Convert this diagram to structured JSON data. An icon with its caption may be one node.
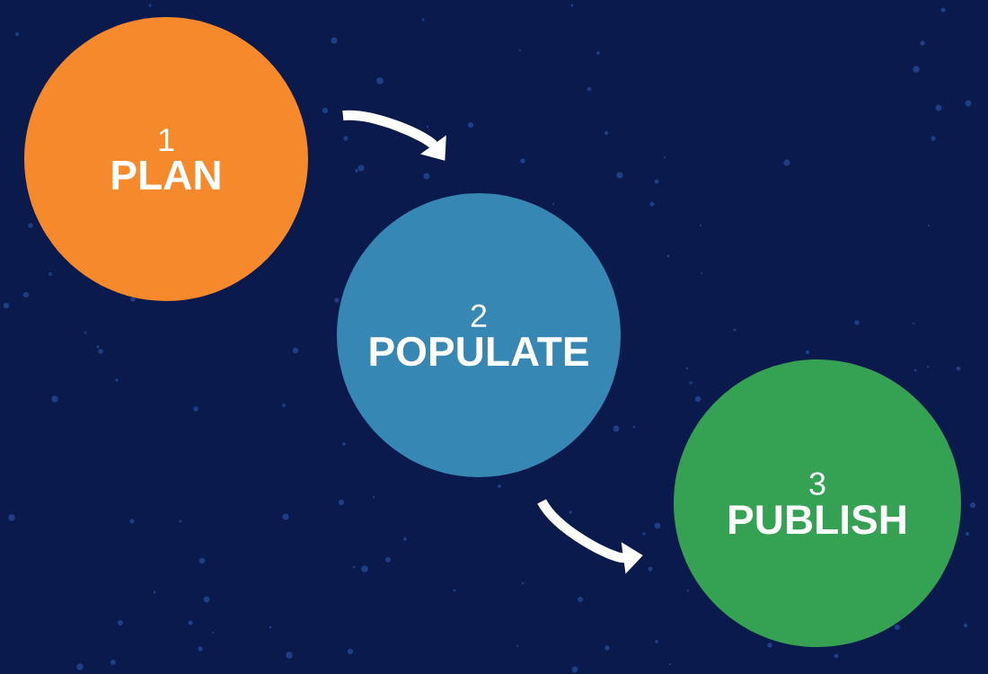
{
  "diagram": {
    "nodes": [
      {
        "text": [
          "1",
          "PLAN"
        ]
      },
      {
        "text": [
          "2",
          "POPULATE"
        ]
      },
      {
        "text": [
          "3",
          "PUBLISH"
        ]
      }
    ],
    "edges": [
      {
        "from": 0,
        "to": 1,
        "arrow": "to"
      },
      {
        "from": 1,
        "to": 2,
        "arrow": "to"
      }
    ]
  }
}
